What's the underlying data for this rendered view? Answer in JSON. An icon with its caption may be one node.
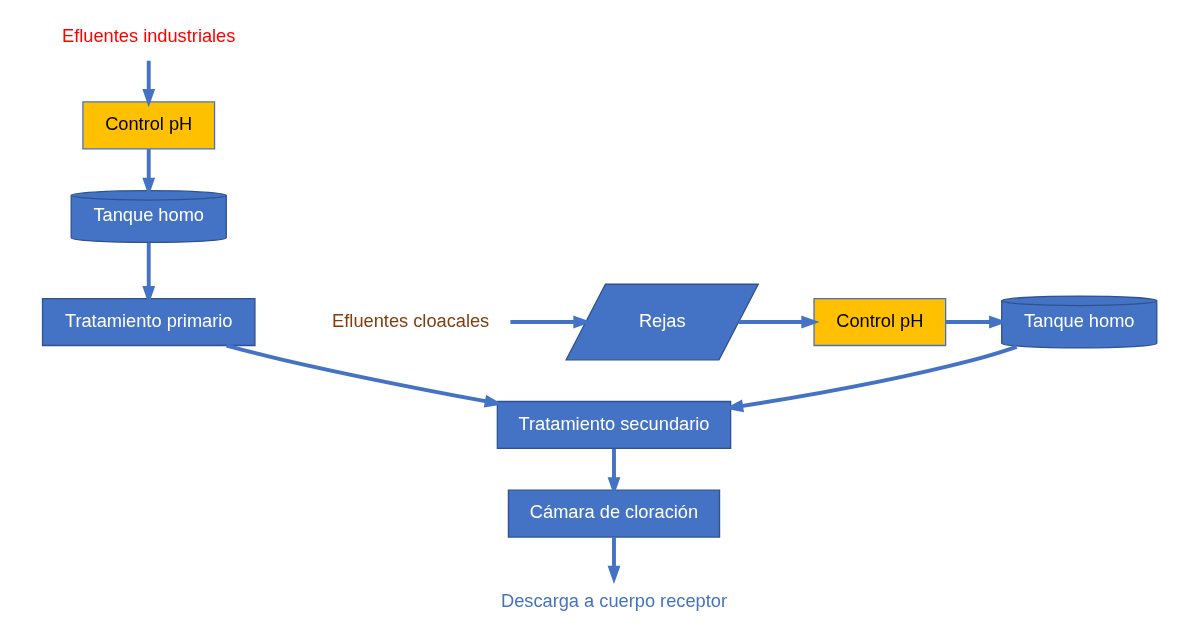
{
  "diagram": {
    "nodes": [
      {
        "text": [
          "Efluentes industriales"
        ]
      },
      {
        "text": [
          "Control pH"
        ]
      },
      {
        "text": [
          "Tanque homo"
        ]
      },
      {
        "text": [
          "Tratamiento primario"
        ]
      },
      {
        "text": [
          "Efluentes cloacales"
        ]
      },
      {
        "text": [
          "Rejas"
        ]
      },
      {
        "text": [
          "Control pH"
        ]
      },
      {
        "text": [
          "Tanque homo"
        ]
      },
      {
        "text": [
          "Tratamiento secundario"
        ]
      },
      {
        "text": [
          "Cámara de cloración"
        ]
      },
      {
        "text": [
          "Descarga a cuerpo receptor"
        ]
      }
    ],
    "edges": [
      {
        "from": 0,
        "to": 1,
        "arrow": "to"
      },
      {
        "from": 1,
        "to": 2,
        "arrow": "to"
      },
      {
        "from": 2,
        "to": 3,
        "arrow": "to"
      },
      {
        "from": 3,
        "to": 8,
        "arrow": "to"
      },
      {
        "from": 4,
        "to": 5,
        "arrow": "to"
      },
      {
        "from": 5,
        "to": 6,
        "arrow": "to"
      },
      {
        "from": 6,
        "to": 7,
        "arrow": "to"
      },
      {
        "from": 7,
        "to": 8,
        "arrow": "to"
      },
      {
        "from": 8,
        "to": 9,
        "arrow": "to"
      },
      {
        "from": 9,
        "to": 10,
        "arrow": "to"
      }
    ]
  }
}
